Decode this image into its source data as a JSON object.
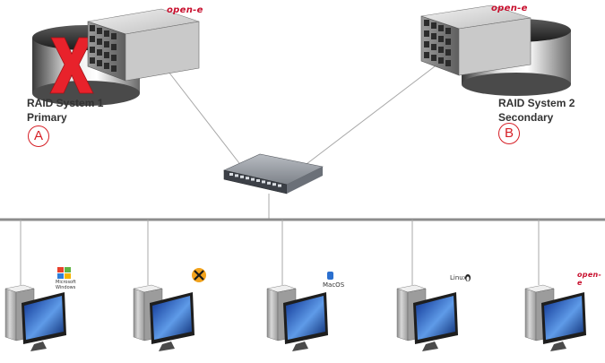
{
  "colors": {
    "failure": "#e8222b",
    "badge": "#d61f26",
    "brand": "#c8102e",
    "backbone": "#8c8c8c",
    "link": "#a8a8a8"
  },
  "storage": [
    {
      "title": "RAID System 1",
      "role": "Primary",
      "badge": "A",
      "brand": "open-e",
      "status": "failed"
    },
    {
      "title": "RAID System 2",
      "role": "Secondary",
      "badge": "B",
      "brand": "open-e",
      "status": "active"
    }
  ],
  "switch": {
    "icon": "network-switch-icon"
  },
  "clients": [
    {
      "os": "windows",
      "icon": "windows-logo-icon",
      "logo_text": "Microsoft Windows"
    },
    {
      "os": "xserve",
      "icon": "x-logo-icon",
      "logo_text": "X"
    },
    {
      "os": "macos",
      "icon": "macos-logo-icon",
      "logo_text": "MacOS"
    },
    {
      "os": "linux",
      "icon": "linux-logo-icon",
      "logo_text": "Linux"
    },
    {
      "os": "open-e",
      "icon": "open-e-logo-icon",
      "logo_text": "open-e"
    }
  ]
}
